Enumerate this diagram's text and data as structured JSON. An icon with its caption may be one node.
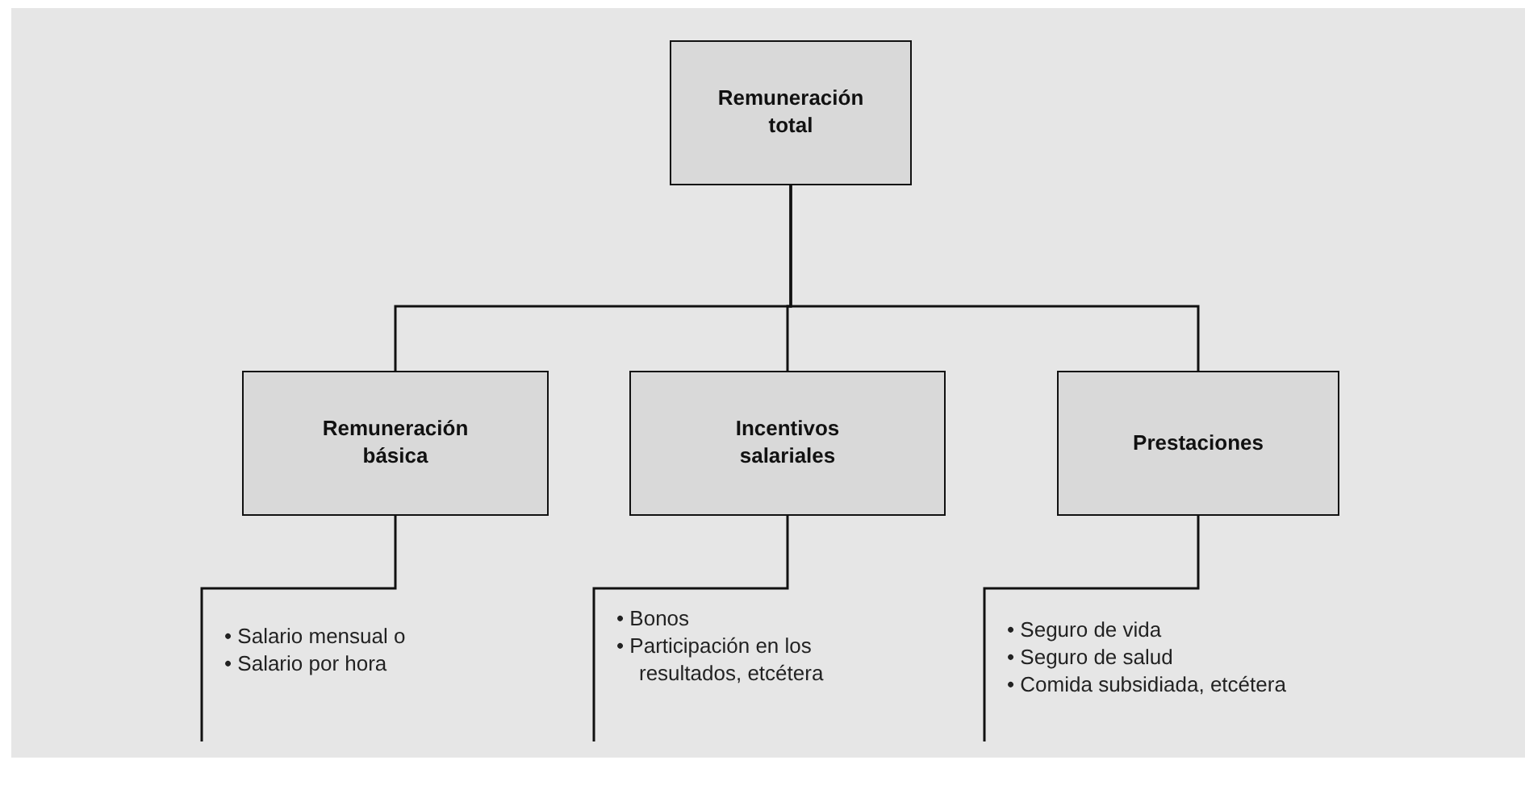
{
  "diagram": {
    "nodes": [
      {
        "text": [
          "Remuneración total"
        ]
      },
      {
        "text": [
          "Remuneración básica"
        ]
      },
      {
        "text": [
          "Incentivos salariales"
        ]
      },
      {
        "text": [
          "Prestaciones"
        ]
      },
      {
        "text": [
          "• Salario mensual o",
          "• Salario por hora"
        ]
      },
      {
        "text": [
          "• Bonos",
          "• Participación en los resultados, etcétera"
        ]
      },
      {
        "text": [
          "• Seguro de vida",
          "• Seguro de salud",
          "• Comida subsidiada, etcétera"
        ]
      }
    ],
    "edges": [
      {
        "from": 0,
        "to": 1,
        "arrow": "none"
      },
      {
        "from": 0,
        "to": 2,
        "arrow": "none"
      },
      {
        "from": 0,
        "to": 3,
        "arrow": "none"
      },
      {
        "from": 1,
        "to": 4,
        "arrow": "none"
      },
      {
        "from": 2,
        "to": 5,
        "arrow": "none"
      },
      {
        "from": 3,
        "to": 6,
        "arrow": "none"
      }
    ]
  }
}
